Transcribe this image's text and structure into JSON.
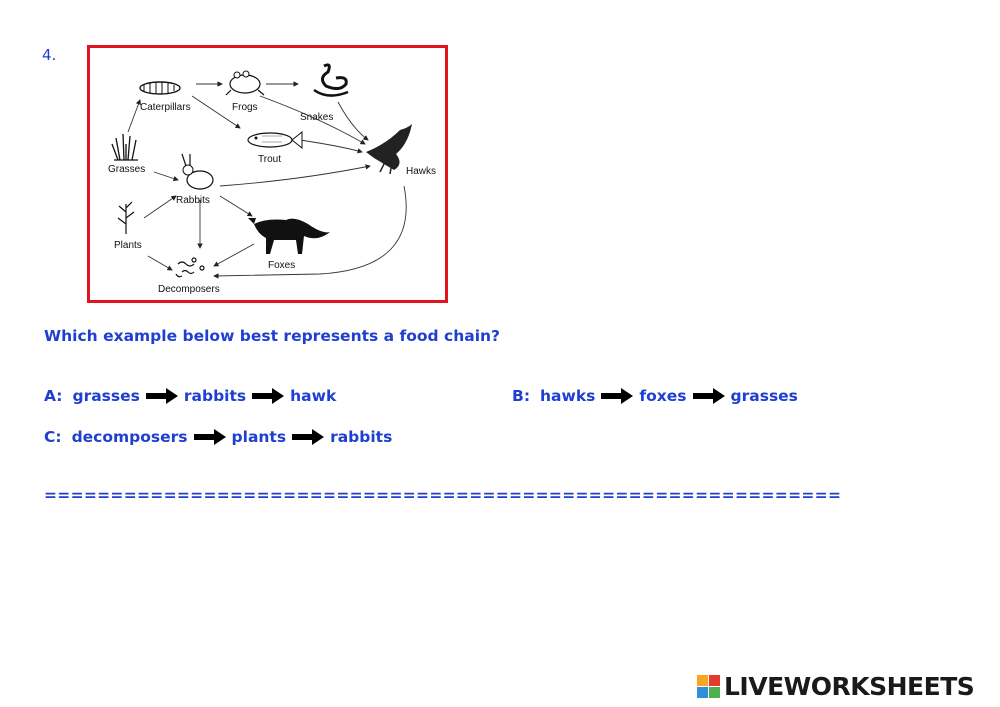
{
  "question_number": "4.",
  "diagram": {
    "labels": {
      "caterpillars": "Caterpillars",
      "frogs": "Frogs",
      "snakes": "Snakes",
      "trout": "Trout",
      "hawks": "Hawks",
      "grasses": "Grasses",
      "rabbits": "Rabbits",
      "plants": "Plants",
      "foxes": "Foxes",
      "decomposers": "Decomposers"
    },
    "frame_color": "#e0141e"
  },
  "question": "Which example below best represents a food chain?",
  "answers": {
    "a": {
      "prefix": "A:",
      "items": [
        "grasses",
        "rabbits",
        "hawk"
      ]
    },
    "b": {
      "prefix": "B:",
      "items": [
        "hawks",
        "foxes",
        "grasses"
      ]
    },
    "c": {
      "prefix": "C:",
      "items": [
        "decomposers",
        "plants",
        "rabbits"
      ]
    }
  },
  "separator": "============================================================",
  "logo": {
    "text": "LIVEWORKSHEETS",
    "colors": [
      "#f6a623",
      "#e8392f",
      "#2f8fd8",
      "#4cb050"
    ]
  },
  "text_color": "#1f3fd0"
}
